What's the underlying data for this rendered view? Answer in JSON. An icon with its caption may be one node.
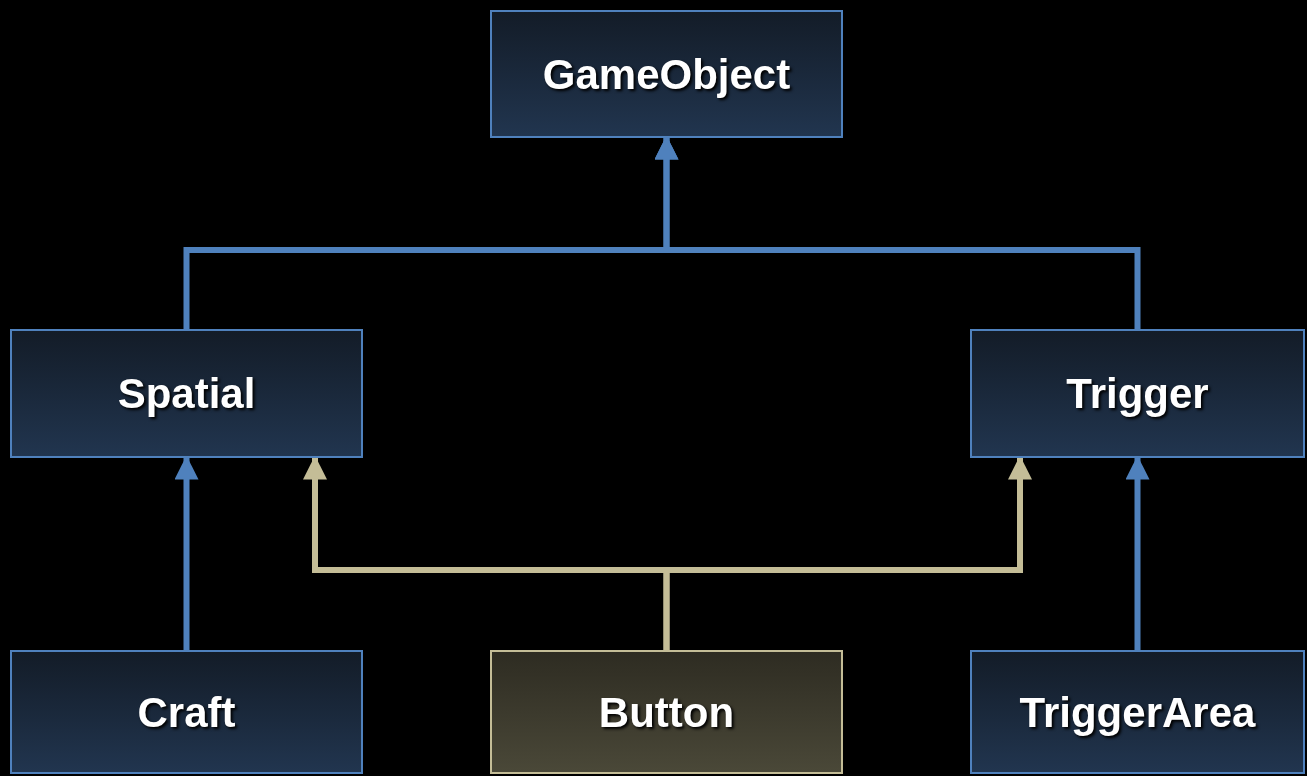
{
  "diagram": {
    "nodes": [
      {
        "text": [
          "GameObject"
        ]
      },
      {
        "text": [
          "Spatial"
        ]
      },
      {
        "text": [
          "Trigger"
        ]
      },
      {
        "text": [
          "Craft"
        ]
      },
      {
        "text": [
          "Button"
        ]
      },
      {
        "text": [
          "TriggerArea"
        ]
      }
    ],
    "edges": [
      {
        "from": 1,
        "to": 0,
        "arrow": "to"
      },
      {
        "from": 2,
        "to": 0,
        "arrow": "to"
      },
      {
        "from": 3,
        "to": 1,
        "arrow": "to"
      },
      {
        "from": 4,
        "to": 1,
        "arrow": "to",
        "color": "#c4bd97"
      },
      {
        "from": 4,
        "to": 2,
        "arrow": "to",
        "color": "#c4bd97"
      },
      {
        "from": 5,
        "to": 2,
        "arrow": "to"
      }
    ]
  }
}
